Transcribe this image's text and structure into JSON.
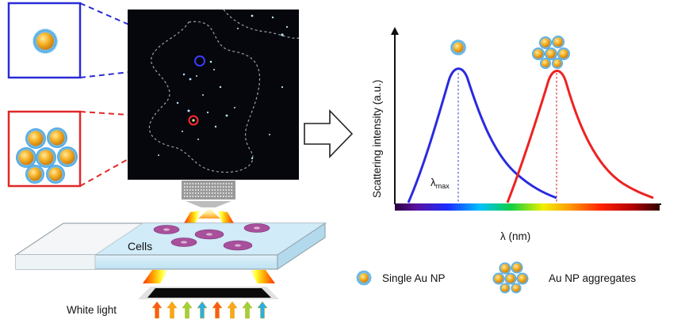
{
  "labels": {
    "cells": "Cells",
    "white_light": "White light",
    "y_axis": "Scattering intensity (a.u.)",
    "x_axis": "λ (nm)",
    "lambda_symbol": "λ",
    "lambda_sub": "max"
  },
  "legend": {
    "single": "Single Au NP",
    "aggregates": "Au NP aggregates"
  },
  "colors": {
    "single_box": "#2b2bd8",
    "aggregate_box": "#e02828",
    "blue_curve": "#2a2ae0",
    "red_curve": "#ee2222",
    "gold": "#f0a818",
    "shell": "#5fb6e6",
    "image_bg": "#05070c"
  },
  "chart_data": {
    "type": "line",
    "xlabel": "λ (nm)",
    "ylabel": "Scattering intensity (a.u.)",
    "series": [
      {
        "name": "Single Au NP",
        "peak": "λmax"
      },
      {
        "name": "Au NP aggregates"
      }
    ]
  }
}
